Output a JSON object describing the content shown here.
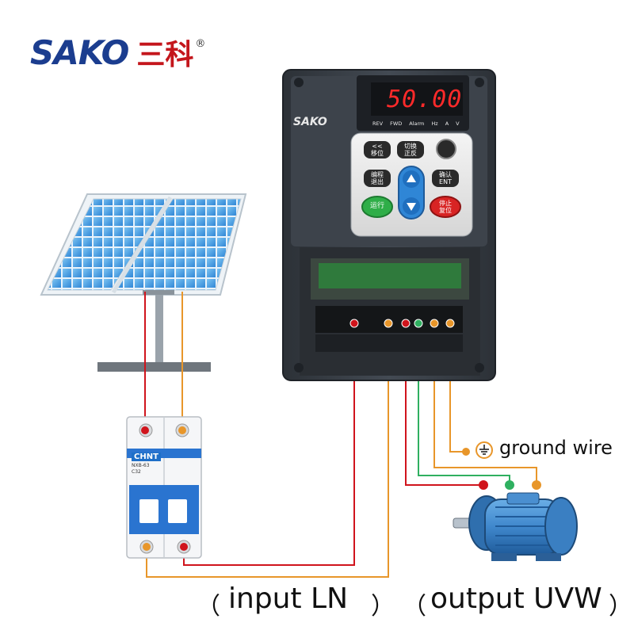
{
  "logo": {
    "brand_en": "SAKO",
    "brand_cn": "三科",
    "registered": "®"
  },
  "inverter": {
    "brand": "SAKO",
    "display_value": "50.00",
    "indicators": [
      "REV",
      "FWD",
      "Alarm",
      "Hz",
      "A",
      "V"
    ],
    "keys": {
      "shift": [
        "<<",
        "移位"
      ],
      "switch": [
        "切换",
        "正反"
      ],
      "program": [
        "编程",
        "退出"
      ],
      "confirm": [
        "确认",
        "ENT"
      ],
      "run": "运行",
      "stop": [
        "停止",
        "复位"
      ]
    }
  },
  "breaker": {
    "brand": "CHNT",
    "model": "NXB-63",
    "rating": "C32"
  },
  "labels": {
    "ground": "ground wire",
    "input": "input LN",
    "output": "output UVW",
    "paren_open": "（",
    "paren_close": "）"
  },
  "colors": {
    "panel_blue": "#3a8fd8",
    "inverter_body": "#3b4149",
    "breaker_blue": "#2a74d0",
    "wire_red": "#d0141c",
    "wire_orange": "#e8962a",
    "wire_green": "#2fb060",
    "motor_blue": "#3f87cc",
    "display_red": "#ff2a2a"
  }
}
